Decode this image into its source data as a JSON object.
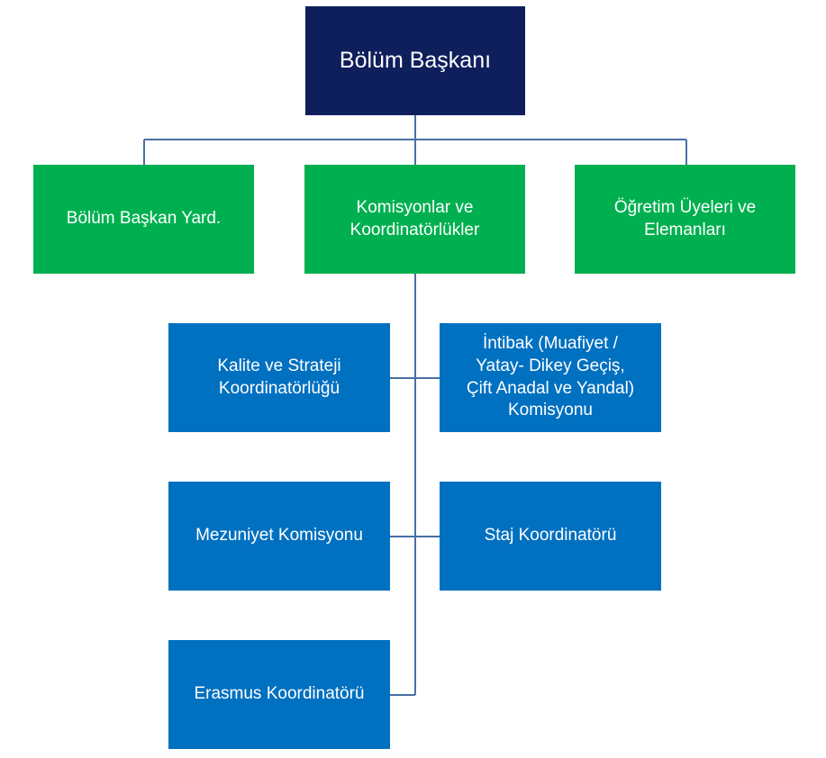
{
  "root": {
    "label": "Bölüm Başkanı"
  },
  "level1": [
    {
      "label": "Bölüm Başkan Yard."
    },
    {
      "label": "Komisyonlar ve\nKoordinatörlükler"
    },
    {
      "label": "Öğretim Üyeleri ve\nElemanları"
    }
  ],
  "level2": [
    {
      "label": "Kalite ve Strateji\nKoordinatörlüğü"
    },
    {
      "label": "İntibak (Muafiyet /\nYatay- Dikey Geçiş,\nÇift Anadal ve Yandal)\nKomisyonu"
    },
    {
      "label": "Mezuniyet Komisyonu"
    },
    {
      "label": "Staj Koordinatörü"
    },
    {
      "label": "Erasmus Koordinatörü"
    }
  ],
  "colors": {
    "root": "#0f1f5c",
    "level1": "#00b050",
    "level2": "#0070c0",
    "connector": "#4a6fa5"
  }
}
